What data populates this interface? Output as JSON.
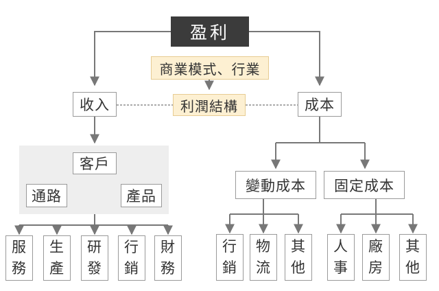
{
  "title": "盈利",
  "business_model_note": "商業模式、行業",
  "profit_structure_note": "利潤結構",
  "revenue": {
    "label": "收入",
    "customer": "客戶",
    "channel": "通路",
    "product": "產品",
    "functions": [
      "服務",
      "生產",
      "研發",
      "行銷",
      "財務"
    ]
  },
  "cost": {
    "label": "成本",
    "variable": {
      "label": "變動成本",
      "items": [
        "行銷",
        "物流",
        "其他"
      ]
    },
    "fixed": {
      "label": "固定成本",
      "items": [
        "人事",
        "廠房",
        "其他"
      ]
    }
  },
  "colors": {
    "title_bg": "#3b3b3b",
    "note_bg": "#fdf0d2",
    "box_border": "#999999",
    "connector": "#777777",
    "cluster_bg": "#eeeeee"
  }
}
